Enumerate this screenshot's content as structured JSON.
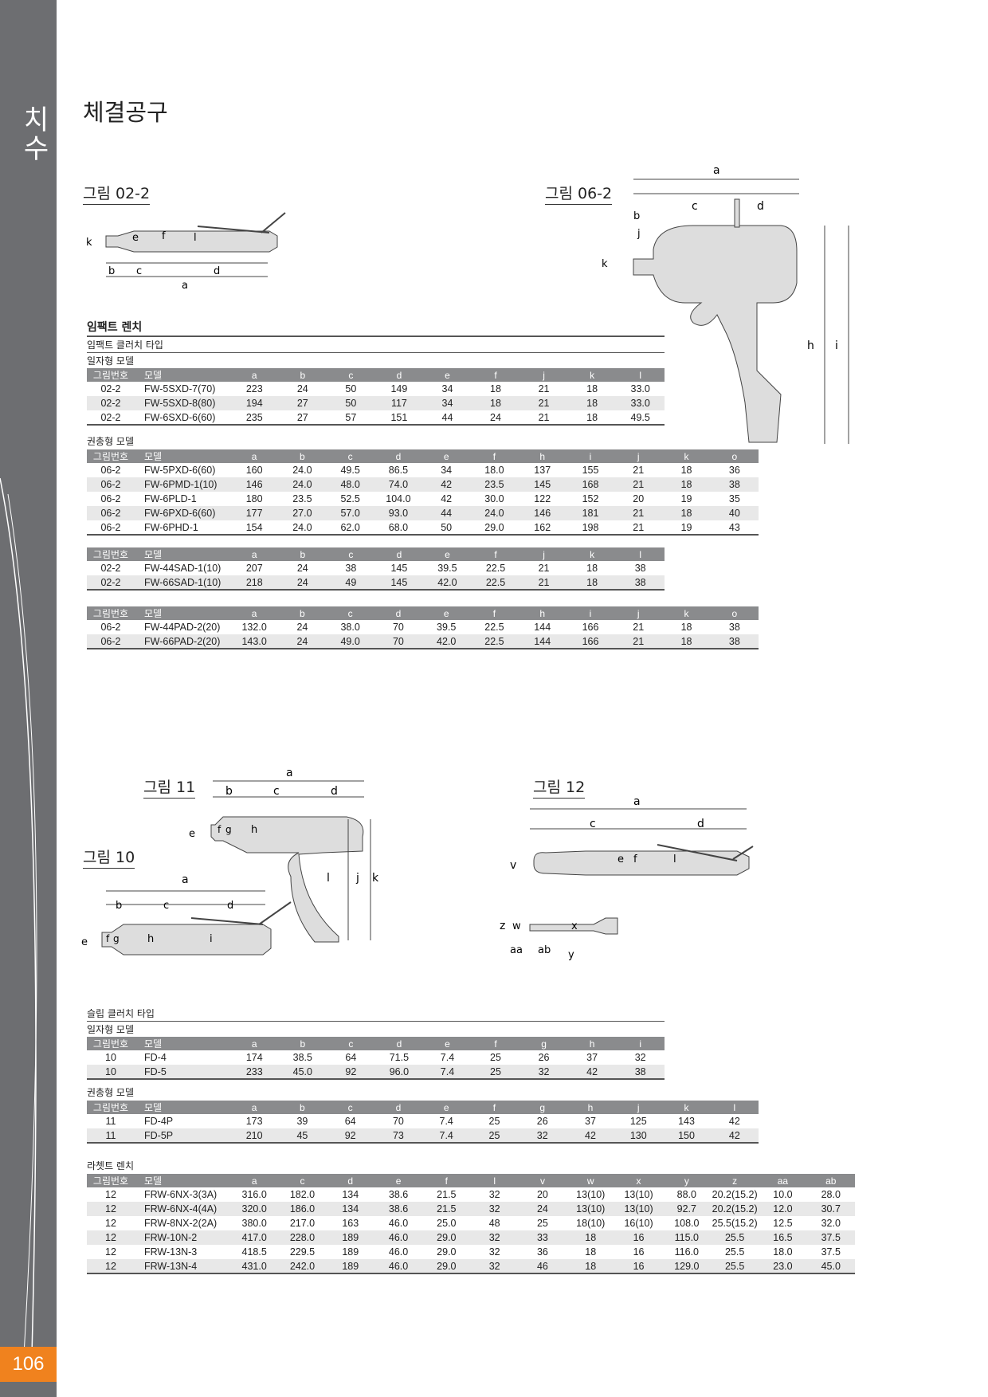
{
  "sidebar": {
    "section": "치수",
    "page_number": "106"
  },
  "title": "체결공구",
  "figures": {
    "f02": "그림 02-2",
    "f06": "그림 06-2",
    "f10": "그림 10",
    "f11": "그림 11",
    "f12": "그림 12"
  },
  "impact": {
    "heading": "임팩트 렌치",
    "clutch_type": "임팩트 클러치 타입",
    "straight_label": "일자형 모델",
    "straight": {
      "headers": [
        "그림번호",
        "모델",
        "a",
        "b",
        "c",
        "d",
        "e",
        "f",
        "j",
        "k",
        "l"
      ],
      "rows": [
        [
          "02-2",
          "FW-5SXD-7(70)",
          "223",
          "24",
          "50",
          "149",
          "34",
          "18",
          "21",
          "18",
          "33.0"
        ],
        [
          "02-2",
          "FW-5SXD-8(80)",
          "194",
          "27",
          "50",
          "117",
          "34",
          "18",
          "21",
          "18",
          "33.0"
        ],
        [
          "02-2",
          "FW-6SXD-6(60)",
          "235",
          "27",
          "57",
          "151",
          "44",
          "24",
          "21",
          "18",
          "49.5"
        ]
      ]
    },
    "pistol_label": "권총형 모델",
    "pistol": {
      "headers": [
        "그림번호",
        "모델",
        "a",
        "b",
        "c",
        "d",
        "e",
        "f",
        "h",
        "i",
        "j",
        "k",
        "o"
      ],
      "rows": [
        [
          "06-2",
          "FW-5PXD-6(60)",
          "160",
          "24.0",
          "49.5",
          "86.5",
          "34",
          "18.0",
          "137",
          "155",
          "21",
          "18",
          "36"
        ],
        [
          "06-2",
          "FW-6PMD-1(10)",
          "146",
          "24.0",
          "48.0",
          "74.0",
          "42",
          "23.5",
          "145",
          "168",
          "21",
          "18",
          "38"
        ],
        [
          "06-2",
          "FW-6PLD-1",
          "180",
          "23.5",
          "52.5",
          "104.0",
          "42",
          "30.0",
          "122",
          "152",
          "20",
          "19",
          "35"
        ],
        [
          "06-2",
          "FW-6PXD-6(60)",
          "177",
          "27.0",
          "57.0",
          "93.0",
          "44",
          "24.0",
          "146",
          "181",
          "21",
          "18",
          "40"
        ],
        [
          "06-2",
          "FW-6PHD-1",
          "154",
          "24.0",
          "62.0",
          "68.0",
          "50",
          "29.0",
          "162",
          "198",
          "21",
          "19",
          "43"
        ]
      ]
    },
    "sad": {
      "headers": [
        "그림번호",
        "모델",
        "a",
        "b",
        "c",
        "d",
        "e",
        "f",
        "j",
        "k",
        "l"
      ],
      "rows": [
        [
          "02-2",
          "FW-44SAD-1(10)",
          "207",
          "24",
          "38",
          "145",
          "39.5",
          "22.5",
          "21",
          "18",
          "38"
        ],
        [
          "02-2",
          "FW-66SAD-1(10)",
          "218",
          "24",
          "49",
          "145",
          "42.0",
          "22.5",
          "21",
          "18",
          "38"
        ]
      ]
    },
    "pad": {
      "headers": [
        "그림번호",
        "모델",
        "a",
        "b",
        "c",
        "d",
        "e",
        "f",
        "h",
        "i",
        "j",
        "k",
        "o"
      ],
      "rows": [
        [
          "06-2",
          "FW-44PAD-2(20)",
          "132.0",
          "24",
          "38.0",
          "70",
          "39.5",
          "22.5",
          "144",
          "166",
          "21",
          "18",
          "38"
        ],
        [
          "06-2",
          "FW-66PAD-2(20)",
          "143.0",
          "24",
          "49.0",
          "70",
          "42.0",
          "22.5",
          "144",
          "166",
          "21",
          "18",
          "38"
        ]
      ]
    }
  },
  "slip": {
    "clutch_type": "슬립 클러치 타입",
    "straight_label": "일자형 모델",
    "straight": {
      "headers": [
        "그림번호",
        "모델",
        "a",
        "b",
        "c",
        "d",
        "e",
        "f",
        "g",
        "h",
        "i"
      ],
      "rows": [
        [
          "10",
          "FD-4",
          "174",
          "38.5",
          "64",
          "71.5",
          "7.4",
          "25",
          "26",
          "37",
          "32"
        ],
        [
          "10",
          "FD-5",
          "233",
          "45.0",
          "92",
          "96.0",
          "7.4",
          "25",
          "32",
          "42",
          "38"
        ]
      ]
    },
    "pistol_label": "권총형 모델",
    "pistol": {
      "headers": [
        "그림번호",
        "모델",
        "a",
        "b",
        "c",
        "d",
        "e",
        "f",
        "g",
        "h",
        "j",
        "k",
        "l"
      ],
      "rows": [
        [
          "11",
          "FD-4P",
          "173",
          "39",
          "64",
          "70",
          "7.4",
          "25",
          "26",
          "37",
          "125",
          "143",
          "42"
        ],
        [
          "11",
          "FD-5P",
          "210",
          "45",
          "92",
          "73",
          "7.4",
          "25",
          "32",
          "42",
          "130",
          "150",
          "42"
        ]
      ]
    }
  },
  "ratchet": {
    "heading": "라쳇트 렌치",
    "table": {
      "headers": [
        "그림번호",
        "모델",
        "a",
        "c",
        "d",
        "e",
        "f",
        "l",
        "v",
        "w",
        "x",
        "y",
        "z",
        "aa",
        "ab"
      ],
      "rows": [
        [
          "12",
          "FRW-6NX-3(3A)",
          "316.0",
          "182.0",
          "134",
          "38.6",
          "21.5",
          "32",
          "20",
          "13(10)",
          "13(10)",
          "88.0",
          "20.2(15.2)",
          "10.0",
          "28.0"
        ],
        [
          "12",
          "FRW-6NX-4(4A)",
          "320.0",
          "186.0",
          "134",
          "38.6",
          "21.5",
          "32",
          "24",
          "13(10)",
          "13(10)",
          "92.7",
          "20.2(15.2)",
          "12.0",
          "30.7"
        ],
        [
          "12",
          "FRW-8NX-2(2A)",
          "380.0",
          "217.0",
          "163",
          "46.0",
          "25.0",
          "48",
          "25",
          "18(10)",
          "16(10)",
          "108.0",
          "25.5(15.2)",
          "12.5",
          "32.0"
        ],
        [
          "12",
          "FRW-10N-2",
          "417.0",
          "228.0",
          "189",
          "46.0",
          "29.0",
          "32",
          "33",
          "18",
          "16",
          "115.0",
          "25.5",
          "16.5",
          "37.5"
        ],
        [
          "12",
          "FRW-13N-3",
          "418.5",
          "229.5",
          "189",
          "46.0",
          "29.0",
          "32",
          "36",
          "18",
          "16",
          "116.0",
          "25.5",
          "18.0",
          "37.5"
        ],
        [
          "12",
          "FRW-13N-4",
          "431.0",
          "242.0",
          "189",
          "46.0",
          "29.0",
          "32",
          "46",
          "18",
          "16",
          "129.0",
          "25.5",
          "23.0",
          "45.0"
        ]
      ]
    }
  },
  "dim_letters": {
    "a": "a",
    "b": "b",
    "c": "c",
    "d": "d",
    "e": "e",
    "f": "f",
    "g": "g",
    "h": "h",
    "i": "i",
    "j": "j",
    "k": "k",
    "l": "l",
    "v": "v",
    "w": "w",
    "x": "x",
    "y": "y",
    "z": "z",
    "aa": "aa",
    "ab": "ab"
  }
}
